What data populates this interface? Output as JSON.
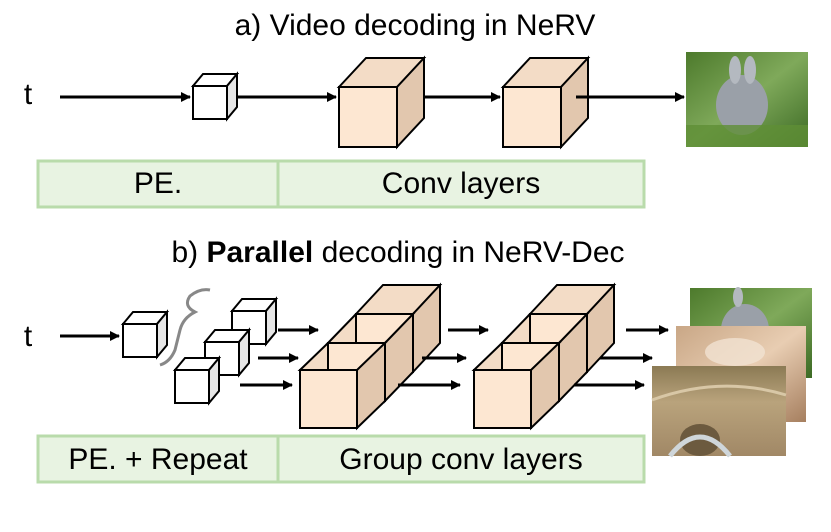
{
  "section_a": {
    "title": "a) Video decoding in NeRV",
    "input_label": "t",
    "bar_left": "PE.",
    "bar_right": "Conv layers"
  },
  "section_b": {
    "title_prefix": "b) ",
    "title_bold": "Parallel",
    "title_suffix": " decoding in NeRV-Dec",
    "input_label": "t",
    "bar_left": "PE. + Repeat",
    "bar_right": "Group conv layers"
  },
  "colors": {
    "cube_front": "#fde7d2",
    "cube_side": "#e2c7ae",
    "bar_fill": "#e8f3e2",
    "bar_stroke": "#b9dbab"
  }
}
